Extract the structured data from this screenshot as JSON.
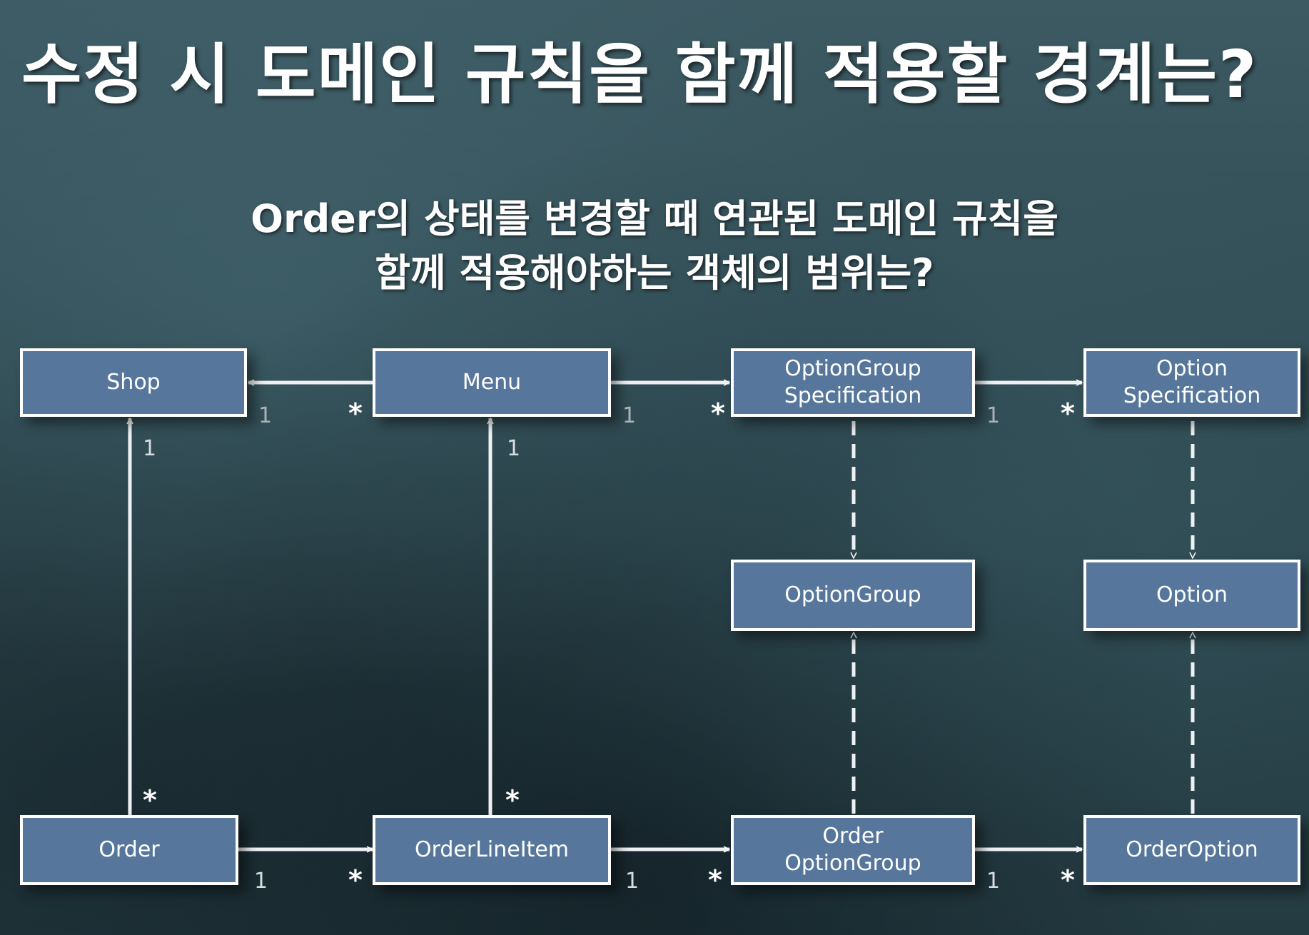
{
  "title": "수정 시 도메인 규칙을 함께 적용할 경계는?",
  "subtitle_line1": "Order의 상태를 변경할 때 연관된 도메인 규칙을",
  "subtitle_line2": "함께 적용해야하는 객체의 범위는?",
  "boxes": {
    "shop": [
      "Shop"
    ],
    "menu": [
      "Menu"
    ],
    "option_group_spec": [
      "OptionGroup",
      "Specification"
    ],
    "option_spec": [
      "Option",
      "Specification"
    ],
    "option_group": [
      "OptionGroup"
    ],
    "option": [
      "Option"
    ],
    "order": [
      "Order"
    ],
    "order_line_item": [
      "OrderLineItem"
    ],
    "order_option_group": [
      "Order",
      "OptionGroup"
    ],
    "order_option": [
      "OrderOption"
    ]
  },
  "multiplicities": {
    "menu_shop_one": "1",
    "menu_shop_many": "*",
    "menu_ogs_one": "1",
    "menu_ogs_many": "*",
    "ogs_os_one": "1",
    "ogs_os_many": "*",
    "order_shop_one": "1",
    "order_shop_many": "*",
    "oli_menu_one": "1",
    "oli_menu_many": "*",
    "order_oli_one": "1",
    "order_oli_many": "*",
    "oli_oog_one": "1",
    "oli_oog_many": "*",
    "oog_oo_one": "1",
    "oog_oo_many": "*"
  }
}
